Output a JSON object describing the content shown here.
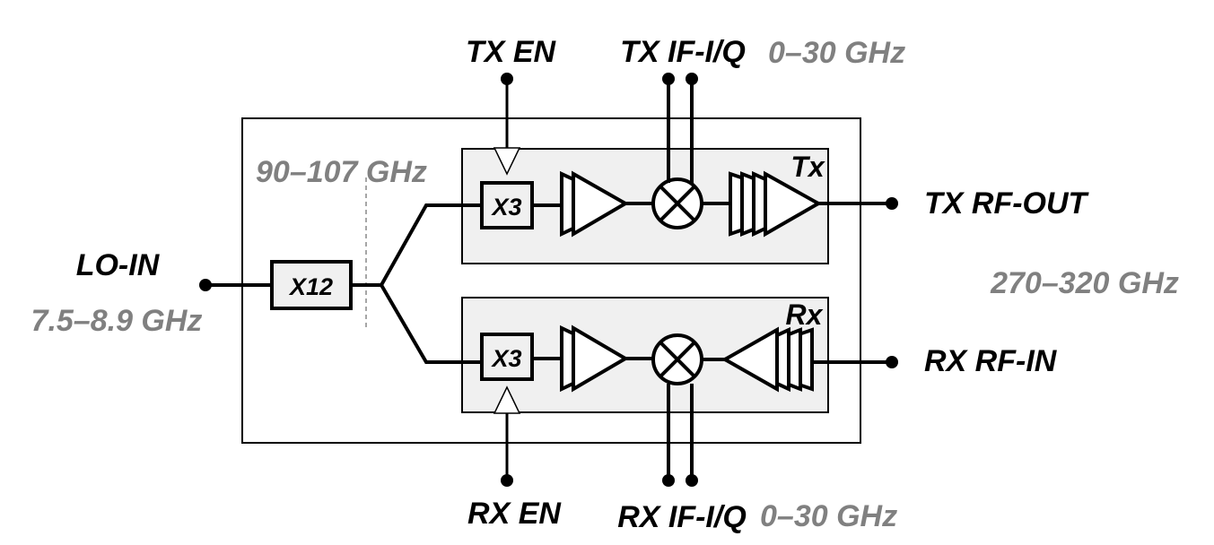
{
  "labels": {
    "tx_en": "TX EN",
    "tx_if": "TX IF-I/Q",
    "tx_if_freq": "0–30 GHz",
    "mult_freq": "90–107 GHz",
    "tx_tag": "Tx",
    "tx_rf_out": "TX RF-OUT",
    "lo_in": "LO-IN",
    "lo_freq": "7.5–8.9 GHz",
    "rf_freq": "270–320 GHz",
    "rx_tag": "Rx",
    "rx_rf_in": "RX RF-IN",
    "rx_en": "RX EN",
    "rx_if": "RX IF-I/Q",
    "rx_if_freq": "0–30 GHz"
  },
  "blocks": {
    "x12": "X12",
    "tx_x3": "X3",
    "rx_x3": "X3"
  },
  "colors": {
    "primary": "#000000",
    "frequency_label": "#808080",
    "channel_fill": "#f0f0f0"
  }
}
